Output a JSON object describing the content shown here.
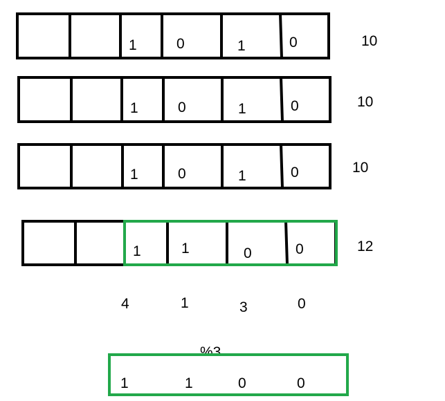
{
  "rows": [
    {
      "cells": [
        "",
        "",
        "1",
        "0",
        "1",
        "0"
      ],
      "value": "10"
    },
    {
      "cells": [
        "",
        "",
        "1",
        "0",
        "1",
        "0"
      ],
      "value": "10"
    },
    {
      "cells": [
        "",
        "",
        "1",
        "0",
        "1",
        "0"
      ],
      "value": "10"
    },
    {
      "cells": [
        "",
        "",
        "1",
        "1",
        "0",
        "0"
      ],
      "value": "12"
    }
  ],
  "column_sums": [
    "4",
    "1",
    "3",
    "0"
  ],
  "operation": "%3",
  "result_bits": [
    "1",
    "1",
    "0",
    "0"
  ],
  "colors": {
    "box_border": "#000000",
    "highlight": "#22a84a",
    "text": "#000000"
  }
}
